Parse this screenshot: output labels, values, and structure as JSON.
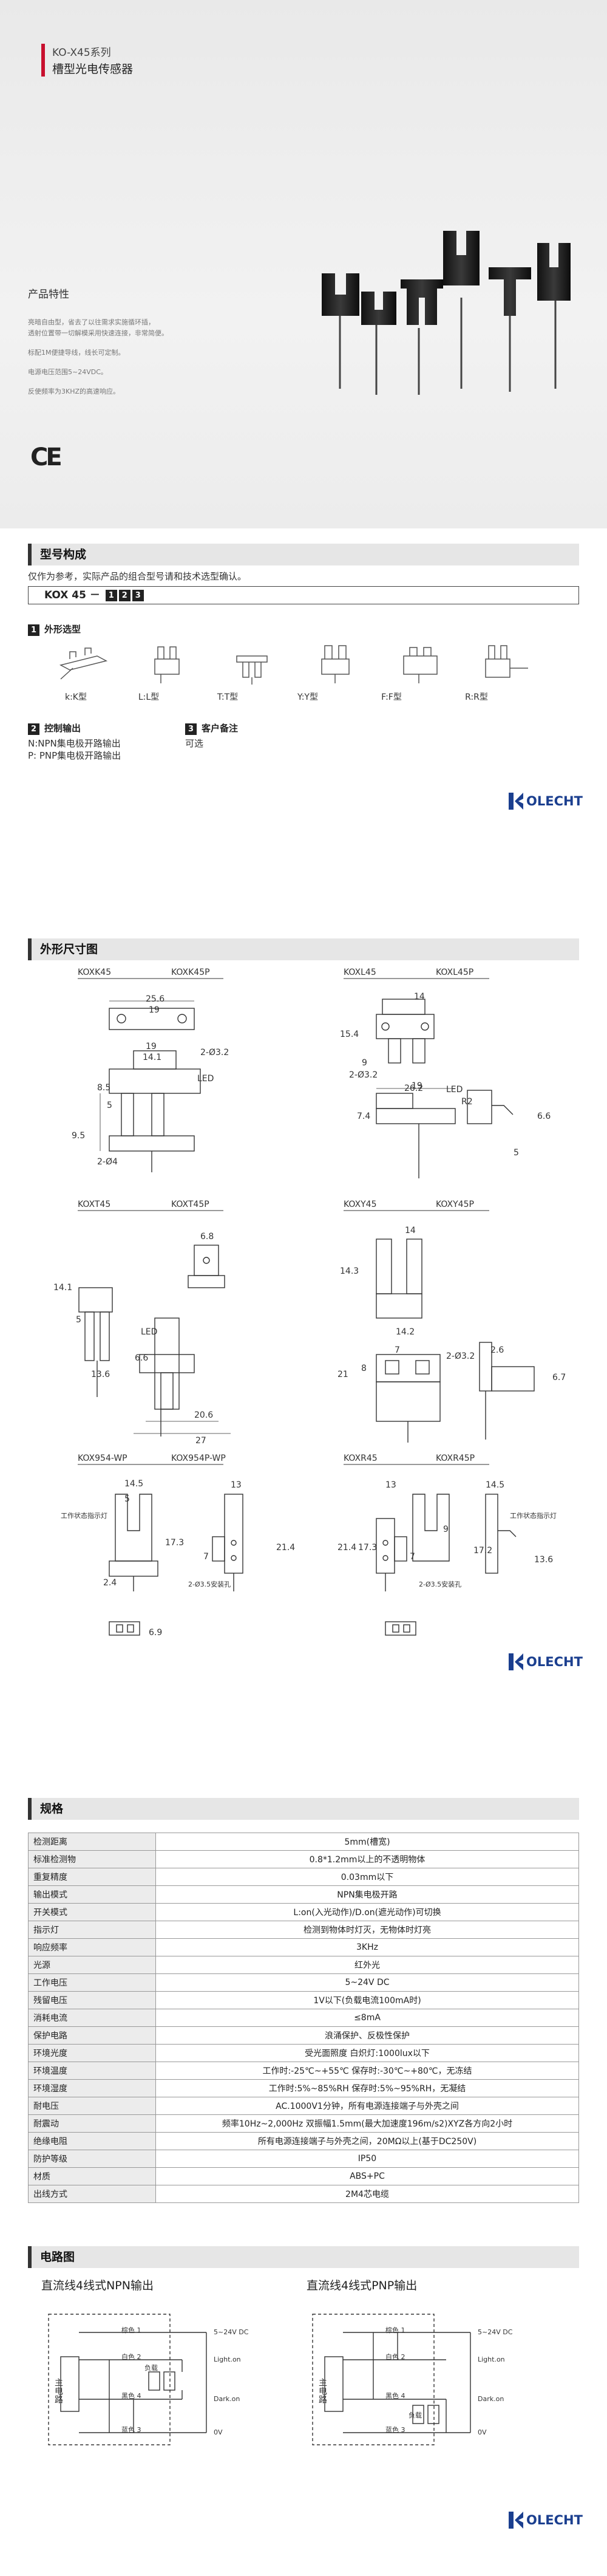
{
  "hero": {
    "series": "KO-X45系列",
    "product": "槽型光电传感器",
    "feature_title": "产品特性",
    "features": [
      "亮暗自由型，省去了以往需求实施循环插，\n透射位置带一切解模采用快速连接，非常简便。",
      "标配1M便捷导线，线长可定制。",
      "电源电压范围5~24VDC。",
      "反使频率为3KHZ的高速响应。"
    ],
    "ce": "CE"
  },
  "model": {
    "title": "型号构成",
    "note": "仅作为参考，实际产品的组合型号请和技术选型确认。",
    "code": "KOX 45 －",
    "code_nums": [
      "1",
      "2",
      "3"
    ],
    "shape_title": "外形选型",
    "shape_num": "1",
    "shapes": [
      "k:K型",
      "L:L型",
      "T:T型",
      "Y:Y型",
      "F:F型",
      "R:R型"
    ],
    "output_num": "2",
    "output_title": "控制输出",
    "output_lines": [
      "N:NPN集电极开路输出",
      "P: PNP集电极开路输出"
    ],
    "custom_num": "3",
    "custom_title": "客户备注",
    "custom_value": "可选"
  },
  "logo": {
    "text": "OLECHT",
    "accent": "#1b3f8f"
  },
  "dimensions": {
    "title": "外形尺寸图",
    "k": {
      "m1": "KOXK45",
      "m2": "KOXK45P",
      "d1": "25.6",
      "d2": "19",
      "d3": "19",
      "d4": "14.1",
      "d5": "2-Ø3.2",
      "d6": "LED",
      "d7": "8.5",
      "d8": "5",
      "d9": "9.5",
      "d10": "2-Ø4"
    },
    "l": {
      "m1": "KOXL45",
      "m2": "KOXL45P",
      "d1": "14",
      "d2": "15.4",
      "d3": "9",
      "d4": "2-Ø3.2",
      "d5": "19",
      "d6": "26.2",
      "d7": "LED",
      "d8": "R2",
      "d9": "6.6",
      "d10": "5",
      "d11": "7.4"
    },
    "t": {
      "m1": "KOXT45",
      "m2": "KOXT45P",
      "d1": "6.8",
      "d2": "14.1",
      "d3": "6.6",
      "d4": "LED",
      "d5": "13.6",
      "d6": "20.6",
      "d7": "27",
      "d8": "5"
    },
    "y": {
      "m1": "KOXY45",
      "m2": "KOXY45P",
      "d1": "14",
      "d2": "14.3",
      "d3": "14.2",
      "d4": "2-Ø3.2",
      "d5": "7",
      "d6": "21",
      "d7": "2.6",
      "d8": "6.7",
      "d9": "8"
    },
    "p": {
      "m1": "KOX954-WP",
      "m2": "KOX954P-WP",
      "d1": "14.5",
      "d2": "5",
      "d3": "13",
      "d4": "17.3",
      "d5": "2.4",
      "d6": "7",
      "d7": "21.4",
      "d8": "6.9",
      "d9": "2-Ø3.5安装孔",
      "d10": "工作状态指示灯"
    },
    "r": {
      "m1": "KOXR45",
      "m2": "KOXR45P",
      "d1": "13",
      "d2": "14.5",
      "d3": "21.4",
      "d4": "17.3",
      "d5": "7",
      "d6": "17.2",
      "d7": "13.6",
      "d8": "2-Ø3.5安装孔",
      "d9": "工作状态指示灯",
      "d10": "9"
    }
  },
  "spec": {
    "title": "规格",
    "rows": [
      {
        "k": "检测距离",
        "v": "5mm(槽宽)"
      },
      {
        "k": "标准检测物",
        "v": "0.8*1.2mm以上的不透明物体"
      },
      {
        "k": "重复精度",
        "v": "0.03mm以下"
      },
      {
        "k": "输出模式",
        "v": "NPN集电极开路"
      },
      {
        "k": "开关模式",
        "v": "L:on(入光动作)/D.on(遮光动作)可切换"
      },
      {
        "k": "指示灯",
        "v": "检测到物体时灯灭，无物体时灯亮"
      },
      {
        "k": "响应频率",
        "v": "3KHz"
      },
      {
        "k": "光源",
        "v": "红外光"
      },
      {
        "k": "工作电压",
        "v": "5~24V DC"
      },
      {
        "k": "残留电压",
        "v": "1V以下(负载电流100mA时)"
      },
      {
        "k": "消耗电流",
        "v": "≤8mA"
      },
      {
        "k": "保护电路",
        "v": "浪涌保护、反极性保护"
      },
      {
        "k": "环境光度",
        "v": "受光面照度 白炽灯:1000lux以下"
      },
      {
        "k": "环境温度",
        "v": "工作时:-25℃~+55℃ 保存时:-30℃~+80℃，无冻结"
      },
      {
        "k": "环境湿度",
        "v": "工作时:5%~85%RH 保存时:5%~95%RH，无凝结"
      },
      {
        "k": "耐电压",
        "v": "AC.1000V1分钟，所有电源连接端子与外壳之间"
      },
      {
        "k": "耐震动",
        "v": "频率10Hz~2,000Hz 双振幅1.5mm(最大加速度196m/s2)XYZ各方向2小时"
      },
      {
        "k": "绝缘电阻",
        "v": "所有电源连接端子与外壳之间，20MΩ以上(基于DC250V)"
      },
      {
        "k": "防护等级",
        "v": "IP50"
      },
      {
        "k": "材质",
        "v": "ABS+PC"
      },
      {
        "k": "出线方式",
        "v": "2M4芯电缆"
      }
    ]
  },
  "circuit": {
    "title": "电路图",
    "npn_title": "直流线4线式NPN输出",
    "pnp_title": "直流线4线式PNP输出",
    "main": "主电路",
    "wires": {
      "brown": "棕色 1",
      "white": "白色 2",
      "black": "黑色 4",
      "blue": "蓝色 3"
    },
    "load": "负载",
    "power": "5~24V DC",
    "light": "Light.on",
    "dark": "Dark.on",
    "zero": "0V"
  }
}
